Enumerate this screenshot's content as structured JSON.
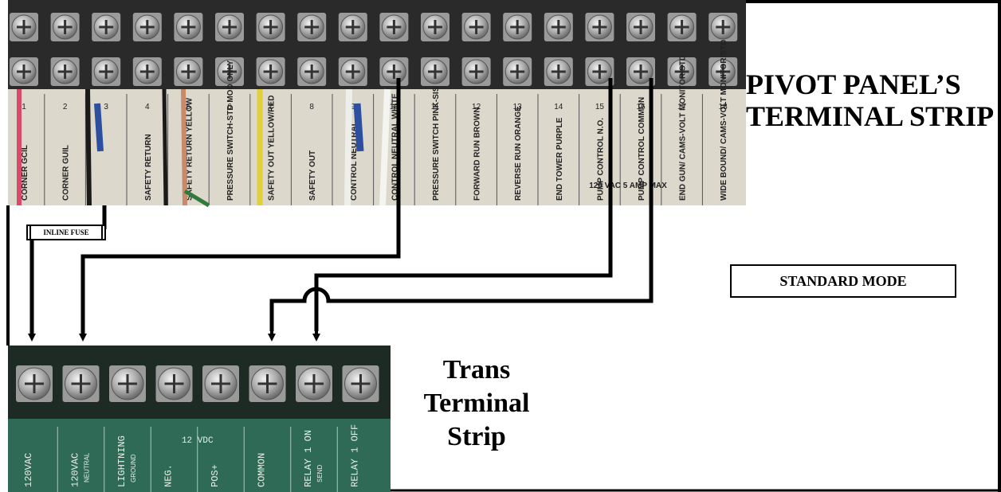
{
  "pivot_panel": {
    "title_line1": "PIVOT PANEL’S",
    "title_line2": "TERMINAL STRIP",
    "terminals": [
      {
        "num": "1",
        "label": "CORNER GCIL"
      },
      {
        "num": "2",
        "label": "CORNER GUIL"
      },
      {
        "num": "3",
        "label": ""
      },
      {
        "num": "4",
        "label": "SAFETY RETURN"
      },
      {
        "num": "5",
        "label": "SAFETY RETURN YELLOW"
      },
      {
        "num": "6",
        "label": "PRESSURE SWITCH-STD MOD ONLY"
      },
      {
        "num": "7",
        "label": "SAFETY OUT YELLOW/RED"
      },
      {
        "num": "8",
        "label": "SAFETY OUT"
      },
      {
        "num": "9",
        "label": "CONTROL NEUTRAL"
      },
      {
        "num": "10",
        "label": "CONTROL NEUTRAL WHITE"
      },
      {
        "num": "11",
        "label": "PRESSURE SWITCH PINK-SIS"
      },
      {
        "num": "12",
        "label": "FORWARD RUN BROWN"
      },
      {
        "num": "13",
        "label": "REVERSE RUN ORANGE"
      },
      {
        "num": "14",
        "label": "END TOWER PURPLE"
      },
      {
        "num": "15",
        "label": "PUMP CONTROL N.O."
      },
      {
        "num": "16",
        "label": "PUMP CONTROL COMMON"
      },
      {
        "num": "17",
        "label": "END GUN/ CAMS-VOLT MONITOR/STD"
      },
      {
        "num": "18",
        "label": "WIDE BOUND/ CAMS-VOLT MONITOR/STD"
      }
    ],
    "note": "120 VAC 5 AMP MAX"
  },
  "trans_strip": {
    "title_line1": "Trans",
    "title_line2": "Terminal",
    "title_line3": "Strip",
    "terminals": [
      {
        "label": "120VAC",
        "sub": ""
      },
      {
        "label": "120VAC",
        "sub": "NEUTRAL"
      },
      {
        "label": "LIGHTNING",
        "sub": "GROUND"
      },
      {
        "label": "NEG.",
        "sub": ""
      },
      {
        "label": "POS+",
        "sub": ""
      },
      {
        "label": "COMMON",
        "sub": ""
      },
      {
        "label": "RELAY 1 ON",
        "sub": "SEND"
      },
      {
        "label": "RELAY 1 OFF",
        "sub": ""
      }
    ],
    "group_label": "12 VDC"
  },
  "inline_fuse_label": "INLINE FUSE",
  "mode_label": "STANDARD MODE",
  "colors": {
    "panel_bg": "#d8d4c8",
    "trans_bg": "#2e6a55",
    "wire": "#000000",
    "screw": "#b8b8b8"
  }
}
